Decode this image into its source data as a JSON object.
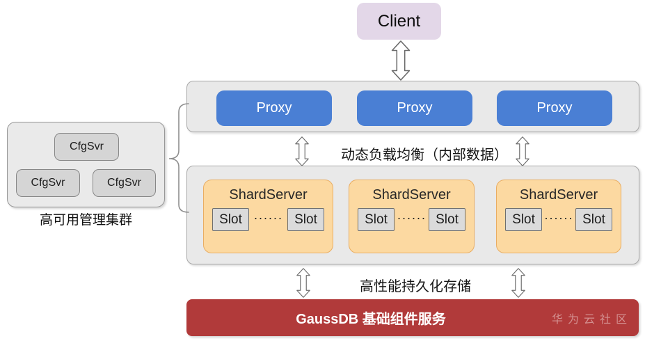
{
  "colors": {
    "client_fill": "#e3d7e8",
    "layer_panel_fill": "#e9e9e9",
    "proxy_fill": "#4a7fd4",
    "shard_fill": "#fcd9a1",
    "shard_border": "#e9ad62",
    "slot_fill": "#dbdbdb",
    "cfg_fill": "#d5d5d5",
    "storage_bar_fill": "#b13a3a",
    "watermark_color": "#d49090"
  },
  "client": {
    "label": "Client"
  },
  "proxy_layer": {
    "proxies": [
      "Proxy",
      "Proxy",
      "Proxy"
    ]
  },
  "load_balance_label": "动态负载均衡（内部数据）",
  "shard_layer": {
    "servers": [
      {
        "title": "ShardServer",
        "slot_left": "Slot",
        "dots": "······",
        "slot_right": "Slot"
      },
      {
        "title": "ShardServer",
        "slot_left": "Slot",
        "dots": "······",
        "slot_right": "Slot"
      },
      {
        "title": "ShardServer",
        "slot_left": "Slot",
        "dots": "······",
        "slot_right": "Slot"
      }
    ]
  },
  "storage_label": "高性能持久化存储",
  "storage_bar": {
    "title": "GaussDB 基础组件服务",
    "watermark": "华为云社区"
  },
  "ha_cluster": {
    "nodes": [
      "CfgSvr",
      "CfgSvr",
      "CfgSvr"
    ],
    "caption": "高可用管理集群"
  }
}
